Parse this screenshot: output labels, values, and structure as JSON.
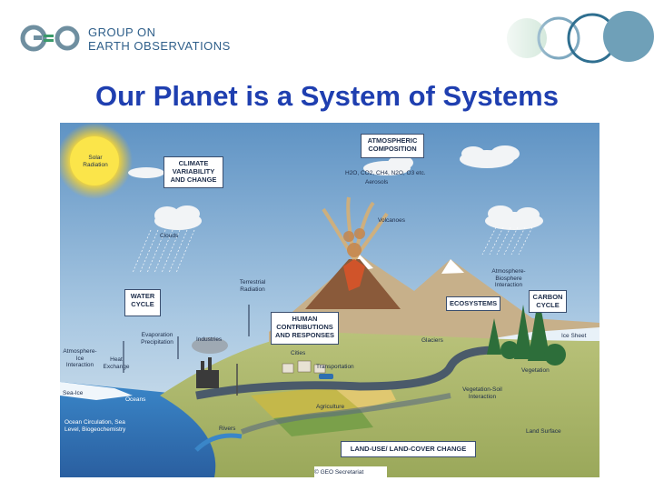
{
  "header": {
    "logo_text": "GEO",
    "org_line1": "GROUP ON",
    "org_line2": "EARTH OBSERVATIONS"
  },
  "title": "Our Planet is a System of Systems",
  "diagram": {
    "boxes": {
      "climate": "CLIMATE VARIABILITY AND CHANGE",
      "atmospheric": "ATMOSPHERIC COMPOSITION",
      "water": "WATER CYCLE",
      "human": "HUMAN CONTRIBUTIONS AND RESPONSES",
      "ecosystems": "ECOSYSTEMS",
      "carbon": "CARBON CYCLE",
      "landuse": "LAND-USE/ LAND-COVER CHANGE"
    },
    "labels": {
      "solar": "Solar Radiation",
      "gases": "H2O, CO2, CH4, N2O, O3 etc.",
      "aerosols": "Aerosols",
      "volcanoes": "Volcanoes",
      "clouds": "Clouds",
      "terrestrial": "Terrestrial Radiation",
      "atmo_biosphere": "Atmosphere-Biosphere Interaction",
      "evaporation": "Evaporation Precipitation",
      "industries": "Industries",
      "atmo_ice": "Atmosphere-Ice Interaction",
      "heat": "Heat Exchange",
      "cities": "Cities",
      "transportation": "Transportation",
      "glaciers": "Glaciers",
      "icesheet": "Ice Sheet",
      "vegetation": "Vegetation",
      "seaice": "Sea-Ice",
      "oceans": "Oceans",
      "ocean_circ": "Ocean Circulation, Sea Level, Biogeochemistry",
      "agriculture": "Agriculture",
      "veg_soil": "Vegetation-Soil Interaction",
      "rivers": "Rivers",
      "landsurface": "Land Surface",
      "copyright": "© GEO Secretariat"
    }
  }
}
